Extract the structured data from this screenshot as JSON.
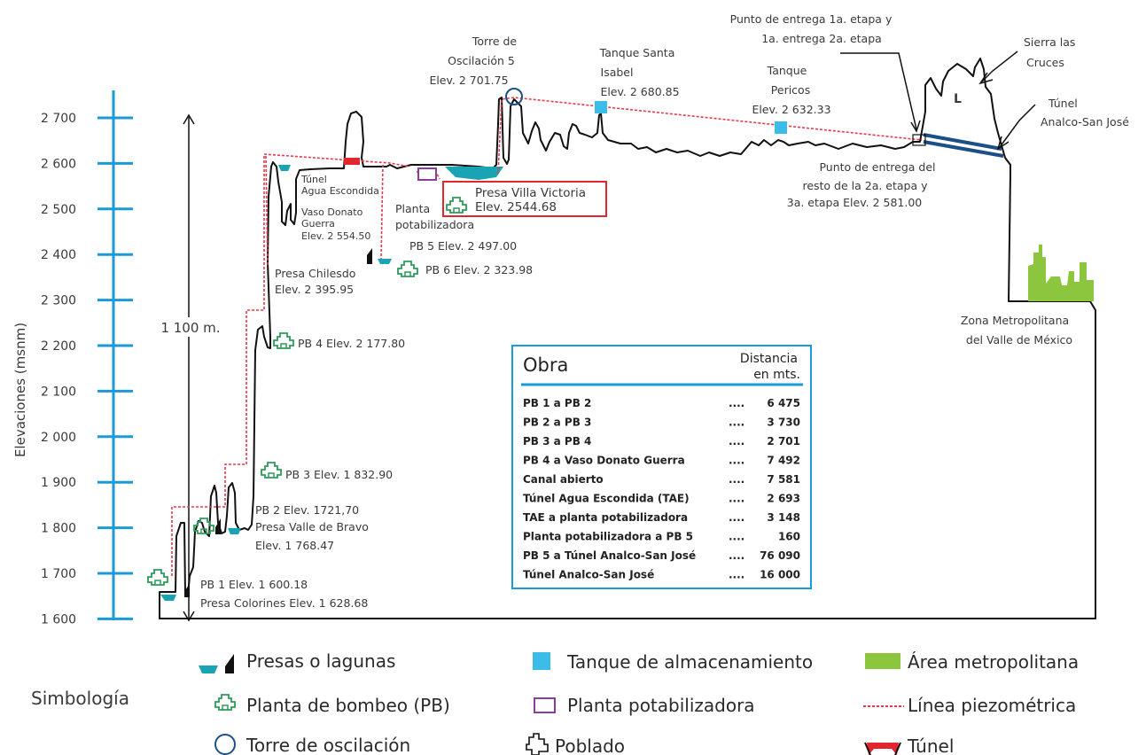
{
  "axis": {
    "label": "Elevaciones (msnm)",
    "ticks": [
      "2 700",
      "2 600",
      "2 500",
      "2 400",
      "2 300",
      "2 200",
      "2 100",
      "2 000",
      "1 900",
      "1 800",
      "1 700",
      "1 600"
    ],
    "height_span": "1 100 m.",
    "color": "#1a9bd7"
  },
  "labels": {
    "torre": [
      "Torre de",
      "Oscilación 5",
      "Elev. 2 701.75"
    ],
    "santa_isabel": [
      "Tanque Santa",
      "Isabel",
      "Elev. 2 680.85"
    ],
    "pericos": [
      "Tanque",
      "Pericos",
      "Elev. 2 632.33"
    ],
    "punto_entrega_1": [
      "Punto de entrega 1a. etapa y",
      "1a. entrega 2a. etapa"
    ],
    "sierra": [
      "Sierra las",
      "Cruces"
    ],
    "tunel_analco": [
      "Túnel",
      "Analco-San José"
    ],
    "punto_entrega_resto": [
      "Punto de entrega del",
      "resto de la 2a. etapa y",
      "3a. etapa Elev. 2 581.00"
    ],
    "villa_victoria": [
      "Presa Villa Victoria",
      "Elev. 2544.68"
    ],
    "tunel_agua": [
      "Túnel",
      "Agua Escondida"
    ],
    "vaso_donato": [
      "Vaso Donato",
      "Guerra",
      "Elev. 2 554.50"
    ],
    "planta": [
      "Planta",
      "potabilizadora"
    ],
    "pb5": "PB 5 Elev. 2 497.00",
    "pb6": "PB 6 Elev. 2 323.98",
    "chilesdo": [
      "Presa Chilesdo",
      "Elev. 2 395.95"
    ],
    "pb4": "PB 4 Elev. 2 177.80",
    "pb3": "PB 3 Elev. 1 832.90",
    "pb2": [
      "PB 2 Elev. 1721,70",
      "Presa Valle de Bravo",
      "Elev. 1 768.47"
    ],
    "pb1": "PB 1 Elev. 1 600.18",
    "colorines": "Presa Colorines Elev. 1 628.68",
    "zona": [
      "Zona Metropolitana",
      "del Valle de México"
    ]
  },
  "table": {
    "title": "Obra",
    "header": [
      "Distancia",
      "en mts."
    ],
    "rows": [
      {
        "obra": "PB 1 a PB  2",
        "dist": "6 475"
      },
      {
        "obra": "PB 2 a PB 3",
        "dist": "3 730"
      },
      {
        "obra": "PB 3 a PB 4",
        "dist": "2 701"
      },
      {
        "obra": "PB 4 a Vaso Donato Guerra",
        "dist": "7 492"
      },
      {
        "obra": "Canal abierto",
        "dist": "7 581"
      },
      {
        "obra": "Túnel Agua Escondida (TAE)",
        "dist": "2 693"
      },
      {
        "obra": "TAE a planta potabilizadora",
        "dist": "3 148"
      },
      {
        "obra": "Planta potabilizadora a  PB 5",
        "dist": "160"
      },
      {
        "obra": "PB 5 a Túnel Analco-San José",
        "dist": "76 090"
      },
      {
        "obra": "Túnel Analco-San José",
        "dist": "16 000"
      }
    ]
  },
  "legend": {
    "title": "Simbología",
    "items": {
      "presas": "Presas o lagunas",
      "pb": "Planta de bombeo (PB)",
      "torre": "Torre de oscilación",
      "tanque": "Tanque de almacenamiento",
      "planta": "Planta potabilizadora",
      "poblado": "Poblado",
      "area": "Área metropolitana",
      "linea": "Línea piezométrica",
      "tunel": "Túnel"
    }
  },
  "colors": {
    "water": "#1aa3b3",
    "pump": "#2e9a5a",
    "tank": "#3bbde8",
    "plant": "#8a3d9a",
    "piezo": "#e8394b",
    "tunnel_red": "#e3262e",
    "tunnel_blue": "#1b4f86",
    "metro": "#8cc63f",
    "highlight": "#e3262e",
    "table_border": "#1a9bd7"
  }
}
